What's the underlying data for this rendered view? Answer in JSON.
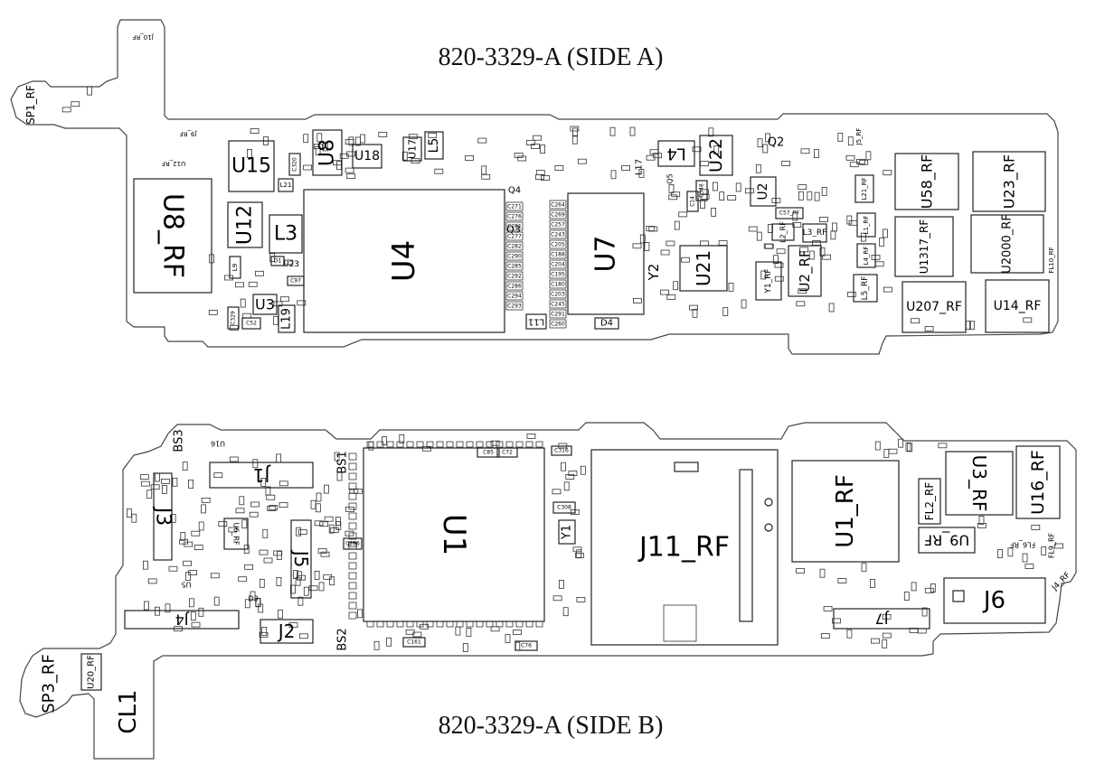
{
  "titles": {
    "side_a": "820-3329-A (SIDE A)",
    "side_b": "820-3329-A (SIDE B)"
  },
  "side_a": {
    "components": [
      {
        "id": "u8_rf",
        "label": "U8_RF"
      },
      {
        "id": "u15",
        "label": "U15"
      },
      {
        "id": "u12",
        "label": "U12"
      },
      {
        "id": "l3",
        "label": "L3"
      },
      {
        "id": "u3",
        "label": "U3"
      },
      {
        "id": "l19",
        "label": "L19"
      },
      {
        "id": "u8",
        "label": "U8"
      },
      {
        "id": "u18",
        "label": "U18"
      },
      {
        "id": "u17",
        "label": "U17"
      },
      {
        "id": "l5",
        "label": "L5"
      },
      {
        "id": "u4",
        "label": "U4"
      },
      {
        "id": "q3",
        "label": "Q3"
      },
      {
        "id": "q4",
        "label": "Q4"
      },
      {
        "id": "l11",
        "label": "L11"
      },
      {
        "id": "u7",
        "label": "U7"
      },
      {
        "id": "d4",
        "label": "D4"
      },
      {
        "id": "y2",
        "label": "Y2"
      },
      {
        "id": "l17",
        "label": "L17"
      },
      {
        "id": "l4",
        "label": "L4"
      },
      {
        "id": "u22",
        "label": "U22"
      },
      {
        "id": "q2",
        "label": "Q2"
      },
      {
        "id": "u2",
        "label": "U2"
      },
      {
        "id": "u21",
        "label": "U21"
      },
      {
        "id": "u2_rf",
        "label": "U2_RF"
      },
      {
        "id": "u58_rf",
        "label": "U58_RF"
      },
      {
        "id": "u23_rf",
        "label": "U23_RF"
      },
      {
        "id": "u1317_rf",
        "label": "U1317_RF"
      },
      {
        "id": "u2000_rf",
        "label": "U2000_RF"
      },
      {
        "id": "u207_rf",
        "label": "U207_RF"
      },
      {
        "id": "u14_rf",
        "label": "U14_RF"
      },
      {
        "id": "sp1_rf",
        "label": "SP1_RF"
      },
      {
        "id": "j10_rf",
        "label": "J10_RF"
      },
      {
        "id": "j5_rf",
        "label": "J5_RF"
      },
      {
        "id": "j9_rf",
        "label": "J9_RF"
      },
      {
        "id": "u12_rf",
        "label": "U12_RF"
      },
      {
        "id": "l2_rf",
        "label": "L2_RF"
      },
      {
        "id": "l3_rf",
        "label": "L3_RF"
      },
      {
        "id": "l1_rf",
        "label": "L1_RF"
      },
      {
        "id": "l4_rf",
        "label": "L4_RF"
      },
      {
        "id": "l5_rf",
        "label": "L5_RF"
      },
      {
        "id": "l21_rf",
        "label": "L21_RF"
      },
      {
        "id": "y1_rf",
        "label": "Y1_RF"
      },
      {
        "id": "c57_rf",
        "label": "C57_RF"
      },
      {
        "id": "fl10_rf",
        "label": "FL10_RF"
      },
      {
        "id": "u23",
        "label": "U23"
      },
      {
        "id": "l9",
        "label": "L9"
      },
      {
        "id": "c329",
        "label": "C329"
      },
      {
        "id": "c52",
        "label": "C52"
      },
      {
        "id": "c320",
        "label": "C320"
      },
      {
        "id": "l21",
        "label": "L21"
      },
      {
        "id": "c97",
        "label": "C97"
      },
      {
        "id": "d1",
        "label": "D1"
      },
      {
        "id": "q5",
        "label": "Q5"
      },
      {
        "id": "c348",
        "label": "C348"
      },
      {
        "id": "c14",
        "label": "C14"
      }
    ],
    "u4_caps": [
      "C264",
      "C269",
      "C257",
      "C243",
      "C205",
      "C188",
      "C204",
      "C195",
      "C180",
      "C203",
      "C245",
      "C291",
      "C260"
    ],
    "u4_caps_left": [
      "C271",
      "C276",
      "C281",
      "C277",
      "C282",
      "C290",
      "C285",
      "C292",
      "C286",
      "C294",
      "C293"
    ]
  },
  "side_b": {
    "components": [
      {
        "id": "bs3",
        "label": "BS3"
      },
      {
        "id": "u16",
        "label": "U16"
      },
      {
        "id": "j1",
        "label": "J1"
      },
      {
        "id": "bs1",
        "label": "BS1"
      },
      {
        "id": "u1",
        "label": "U1"
      },
      {
        "id": "j3",
        "label": "J3"
      },
      {
        "id": "j5",
        "label": "J5"
      },
      {
        "id": "u6_rf",
        "label": "U6_RF"
      },
      {
        "id": "j4",
        "label": "J4"
      },
      {
        "id": "j2",
        "label": "J2"
      },
      {
        "id": "bs2",
        "label": "BS2"
      },
      {
        "id": "y1",
        "label": "Y1"
      },
      {
        "id": "j11_rf",
        "label": "J11_RF"
      },
      {
        "id": "u1_rf",
        "label": "U1_RF"
      },
      {
        "id": "u3_rf",
        "label": "U3_RF"
      },
      {
        "id": "u16_rf",
        "label": "U16_RF"
      },
      {
        "id": "fl2_rf",
        "label": "FL2_RF"
      },
      {
        "id": "u9_rf",
        "label": "U9_RF"
      },
      {
        "id": "fl6_rf",
        "label": "FL6_RF"
      },
      {
        "id": "fl9_rf",
        "label": "FL9_RF"
      },
      {
        "id": "j4_rf",
        "label": "J4_RF"
      },
      {
        "id": "j6",
        "label": "J6"
      },
      {
        "id": "j7",
        "label": "J7"
      },
      {
        "id": "sp3_rf",
        "label": "SP3_RF"
      },
      {
        "id": "u20_rf",
        "label": "U20_RF"
      },
      {
        "id": "cl1",
        "label": "CL1"
      },
      {
        "id": "u5",
        "label": "U5"
      },
      {
        "id": "d3",
        "label": "D3"
      },
      {
        "id": "c308",
        "label": "C308"
      },
      {
        "id": "c316",
        "label": "C316"
      },
      {
        "id": "c85",
        "label": "C85"
      },
      {
        "id": "c72",
        "label": "C72"
      },
      {
        "id": "c76",
        "label": "C76"
      },
      {
        "id": "c161",
        "label": "C161"
      },
      {
        "id": "c286",
        "label": "C286"
      }
    ]
  }
}
